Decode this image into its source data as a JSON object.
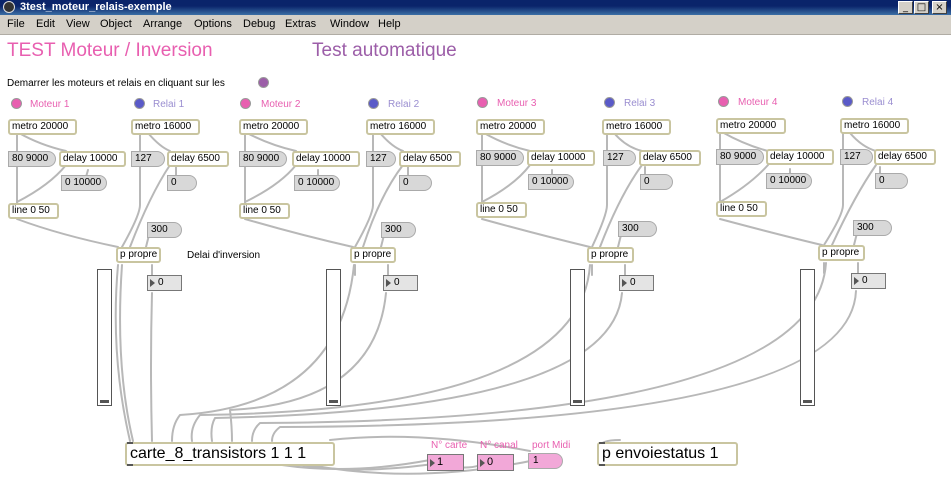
{
  "window": {
    "title": "3test_moteur_relais-exemple",
    "min": "_",
    "max": "□",
    "close": "×"
  },
  "menu": [
    "File",
    "Edit",
    "View",
    "Object",
    "Arrange",
    "Options",
    "Debug",
    "Extras",
    "Window",
    "Help"
  ],
  "colors": {
    "pink": "#e85fb0",
    "purple": "#9c5ea8",
    "blue": "#5a5ac8",
    "lavender": "#9a8ed0"
  },
  "header": {
    "title": "TEST Moteur / Inversion",
    "subtitle": "Test automatique",
    "instruction": "Demarrer les moteurs et relais en cliquant sur les"
  },
  "delay_label": "Delai d'inversion",
  "units": [
    {
      "motor": {
        "label": "Moteur 1",
        "metro": "metro 20000",
        "msg": "80 9000",
        "delay": "delay 10000",
        "msg2": "0 10000",
        "line": "line 0 50"
      },
      "relay": {
        "label": "Relai 1",
        "metro": "metro 16000",
        "msg": "127",
        "delay": "delay 6500",
        "msg2": "0"
      },
      "msg300": "300",
      "propre": "p propre",
      "num": "0"
    },
    {
      "motor": {
        "label": "Moteur 2",
        "metro": "metro 20000",
        "msg": "80 9000",
        "delay": "delay 10000",
        "msg2": "0 10000",
        "line": "line 0 50"
      },
      "relay": {
        "label": "Relai 2",
        "metro": "metro 16000",
        "msg": "127",
        "delay": "delay 6500",
        "msg2": "0"
      },
      "msg300": "300",
      "propre": "p propre",
      "num": "0"
    },
    {
      "motor": {
        "label": "Moteur 3",
        "metro": "metro 20000",
        "msg": "80 9000",
        "delay": "delay 10000",
        "msg2": "0 10000",
        "line": "line 0 50"
      },
      "relay": {
        "label": "Relai 3",
        "metro": "metro 16000",
        "msg": "127",
        "delay": "delay 6500",
        "msg2": "0"
      },
      "msg300": "300",
      "propre": "p propre",
      "num": "0"
    },
    {
      "motor": {
        "label": "Moteur 4",
        "metro": "metro 20000",
        "msg": "80 9000",
        "delay": "delay 10000",
        "msg2": "0 10000",
        "line": "line 0 50"
      },
      "relay": {
        "label": "Relai 4",
        "metro": "metro 16000",
        "msg": "127",
        "delay": "delay 6500",
        "msg2": "0"
      },
      "msg300": "300",
      "propre": "p propre",
      "num": "0"
    }
  ],
  "bottom": {
    "carte": "carte_8_transistors 1 1 1",
    "envoie": "p envoiestatus 1",
    "carte_label": "N° carte",
    "carte_value": "1",
    "canal_label": "N° canal",
    "canal_value": "0",
    "port_label": "port Midi",
    "port_value": "1"
  }
}
